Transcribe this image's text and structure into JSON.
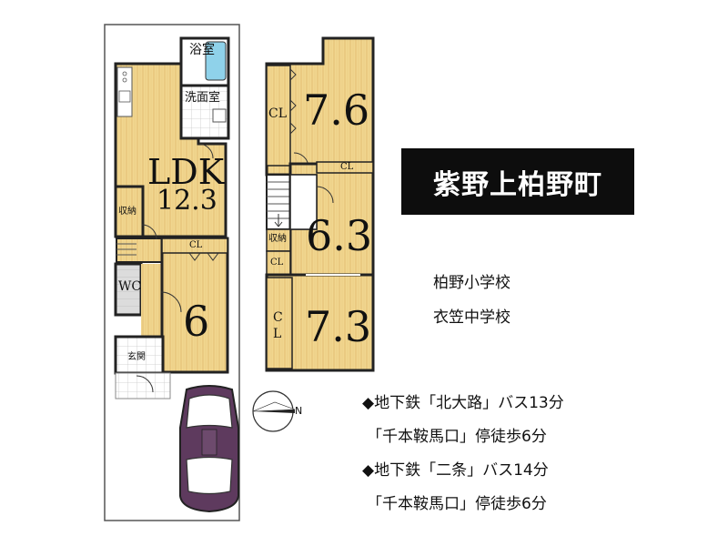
{
  "title": "紫野上柏野町",
  "floor1": {
    "bath": "浴室",
    "washroom": "洗面室",
    "ldk_name": "LDK",
    "ldk_size": "12.3",
    "storage": "収納",
    "closet": "CL",
    "wc": "WC",
    "room_size": "6",
    "entrance": "玄関"
  },
  "floor2": {
    "room_a": "7.6",
    "room_a_closet": "CL",
    "room_b": "6.3",
    "room_b_closet_top": "CL",
    "room_b_storage": "収納",
    "room_b_closet": "CL",
    "room_c": "7.3",
    "room_c_closet": "CL"
  },
  "compass": {
    "north": "N"
  },
  "schools": [
    "柏野小学校",
    "衣笠中学校"
  ],
  "access": [
    "◆地下鉄「北大路」バス13分",
    "「千本鞍馬口」停徒歩6分",
    "◆地下鉄「二条」バス14分",
    "「千本鞍馬口」停徒歩6分"
  ],
  "colors": {
    "floor": "#f1d68f",
    "wet": "#ffffff",
    "bath_tub": "#8fd2ea",
    "car": "#5e3a5e",
    "title_bg": "#0d0d0d"
  }
}
